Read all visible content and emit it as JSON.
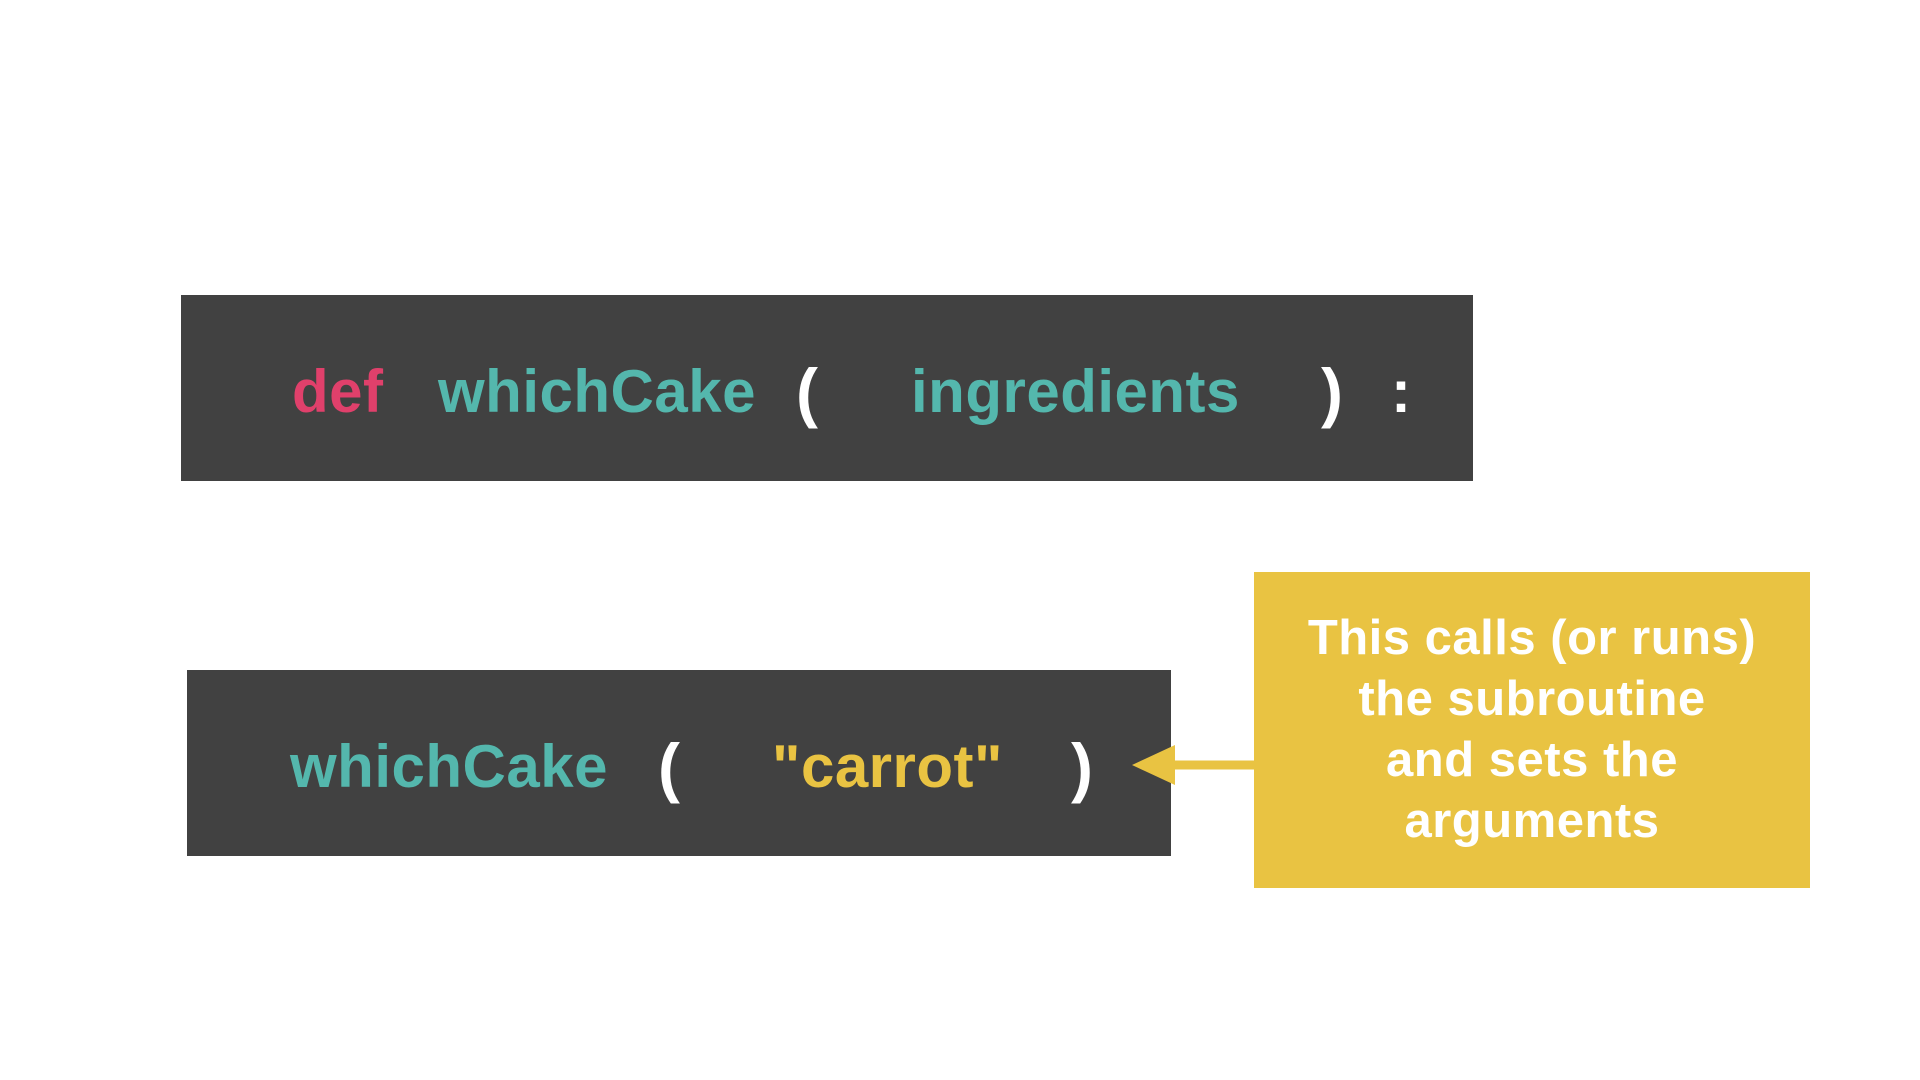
{
  "colors": {
    "background": "#ffffff",
    "code_box": "#414141",
    "keyword": "#e0406b",
    "identifier": "#54b7ad",
    "punctuation": "#ffffff",
    "string": "#e9c342",
    "note_background": "#e9c342",
    "note_text": "#ffffff",
    "arrow": "#e9c342"
  },
  "definition_line": {
    "keyword": "def",
    "function_name": "whichCake",
    "open_paren": "(",
    "parameter": "ingredients",
    "close_paren": ")",
    "colon": ":"
  },
  "call_line": {
    "function_name": "whichCake",
    "open_paren": "(",
    "argument": "\"carrot\"",
    "close_paren": ")"
  },
  "annotation": {
    "lines": [
      "This calls (or runs)",
      "the subroutine",
      "and sets the",
      "arguments"
    ]
  }
}
